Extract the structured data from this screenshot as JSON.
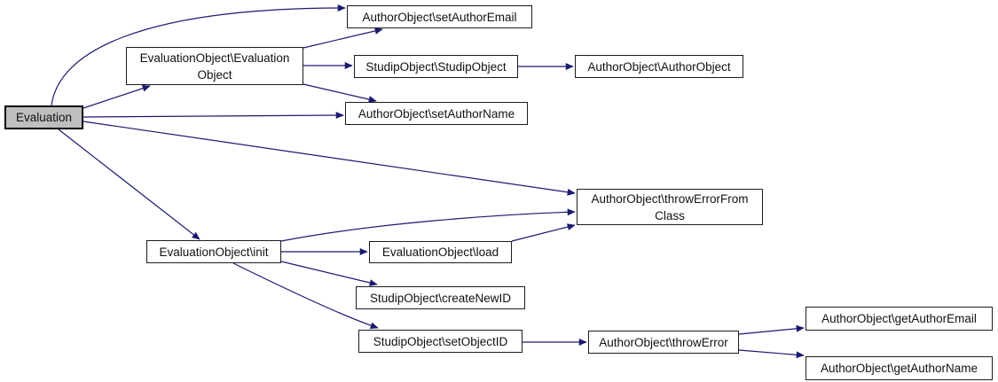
{
  "diagram": {
    "type": "call-graph",
    "root": "Evaluation",
    "colors": {
      "background": "#ffffff",
      "edge": "#1a1a70",
      "node_border": "#1c1c1c",
      "node_fill": "#ffffff",
      "root_fill": "#bfbfbf",
      "text": "#111111"
    }
  },
  "nodes": {
    "evaluation": {
      "lines": [
        "Evaluation"
      ]
    },
    "evaluation_object_ctor": {
      "lines": [
        "EvaluationObject\\Evaluation",
        "Object"
      ]
    },
    "set_author_email": {
      "lines": [
        "AuthorObject\\setAuthorEmail"
      ]
    },
    "studip_object_ctor": {
      "lines": [
        "StudipObject\\StudipObject"
      ]
    },
    "author_object_ctor": {
      "lines": [
        "AuthorObject\\AuthorObject"
      ]
    },
    "set_author_name": {
      "lines": [
        "AuthorObject\\setAuthorName"
      ]
    },
    "throw_error_from_class": {
      "lines": [
        "AuthorObject\\throwErrorFrom",
        "Class"
      ]
    },
    "init": {
      "lines": [
        "EvaluationObject\\init"
      ]
    },
    "load": {
      "lines": [
        "EvaluationObject\\load"
      ]
    },
    "create_new_id": {
      "lines": [
        "StudipObject\\createNewID"
      ]
    },
    "set_object_id": {
      "lines": [
        "StudipObject\\setObjectID"
      ]
    },
    "throw_error": {
      "lines": [
        "AuthorObject\\throwError"
      ]
    },
    "get_author_email": {
      "lines": [
        "AuthorObject\\getAuthorEmail"
      ]
    },
    "get_author_name": {
      "lines": [
        "AuthorObject\\getAuthorName"
      ]
    }
  },
  "edges": [
    {
      "from": "Evaluation",
      "to": "AuthorObject\\setAuthorEmail"
    },
    {
      "from": "Evaluation",
      "to": "EvaluationObject\\EvaluationObject"
    },
    {
      "from": "Evaluation",
      "to": "AuthorObject\\setAuthorName"
    },
    {
      "from": "Evaluation",
      "to": "AuthorObject\\throwErrorFromClass"
    },
    {
      "from": "Evaluation",
      "to": "EvaluationObject\\init"
    },
    {
      "from": "EvaluationObject\\EvaluationObject",
      "to": "AuthorObject\\setAuthorEmail"
    },
    {
      "from": "EvaluationObject\\EvaluationObject",
      "to": "StudipObject\\StudipObject"
    },
    {
      "from": "EvaluationObject\\EvaluationObject",
      "to": "AuthorObject\\setAuthorName"
    },
    {
      "from": "StudipObject\\StudipObject",
      "to": "AuthorObject\\AuthorObject"
    },
    {
      "from": "EvaluationObject\\init",
      "to": "AuthorObject\\throwErrorFromClass"
    },
    {
      "from": "EvaluationObject\\init",
      "to": "EvaluationObject\\load"
    },
    {
      "from": "EvaluationObject\\init",
      "to": "StudipObject\\createNewID"
    },
    {
      "from": "EvaluationObject\\init",
      "to": "StudipObject\\setObjectID"
    },
    {
      "from": "EvaluationObject\\load",
      "to": "AuthorObject\\throwErrorFromClass"
    },
    {
      "from": "StudipObject\\setObjectID",
      "to": "AuthorObject\\throwError"
    },
    {
      "from": "AuthorObject\\throwError",
      "to": "AuthorObject\\getAuthorEmail"
    },
    {
      "from": "AuthorObject\\throwError",
      "to": "AuthorObject\\getAuthorName"
    }
  ]
}
